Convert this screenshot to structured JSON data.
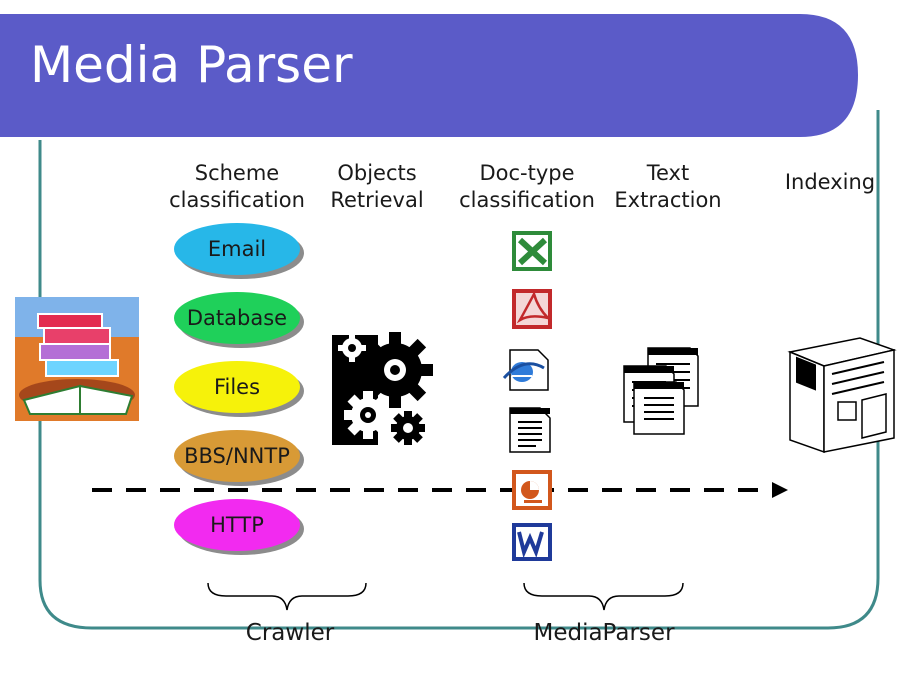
{
  "title": "Media Parser",
  "stages": [
    {
      "line1": "Scheme",
      "line2": "classification"
    },
    {
      "line1": "Objects",
      "line2": "Retrieval"
    },
    {
      "line1": "Doc-type",
      "line2": "classification"
    },
    {
      "line1": "Text",
      "line2": "Extraction"
    },
    {
      "line1": "Indexing"
    }
  ],
  "schemes": [
    {
      "label": "Email",
      "color": "#27b7e8"
    },
    {
      "label": "Database",
      "color": "#1fd05a"
    },
    {
      "label": "Files",
      "color": "#f6f20a"
    },
    {
      "label": "BBS/NNTP",
      "color": "#d89a36"
    },
    {
      "label": "HTTP",
      "color": "#f22af0"
    }
  ],
  "doc_types": [
    "excel-icon",
    "pdf-icon",
    "html-icon",
    "text-document-icon",
    "powerpoint-icon",
    "word-icon"
  ],
  "groups": [
    {
      "label": "Crawler"
    },
    {
      "label": "MediaParser"
    }
  ],
  "colors": {
    "title_bar": "#5b5bc8",
    "frame": "#3f8a8a",
    "arrow": "#000000"
  }
}
